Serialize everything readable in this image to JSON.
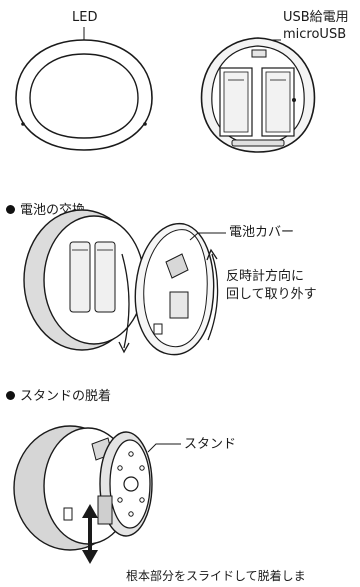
{
  "top": {
    "led_label": "LED",
    "usb_label_line1": "USB給電用",
    "usb_label_line2": "microUSB"
  },
  "battery_section": {
    "title": "電池の交換",
    "cover_label": "電池カバー",
    "rotate_line1": "反時計方向に",
    "rotate_line2": "回して取り外す"
  },
  "stand_section": {
    "title": "スタンドの脱着",
    "stand_label": "スタンド",
    "bottom_note": "根本部分をスライドして脱着しま"
  },
  "colors": {
    "ink": "#1a1a1a",
    "shade": "#cfcfcf",
    "light": "#efefef"
  }
}
